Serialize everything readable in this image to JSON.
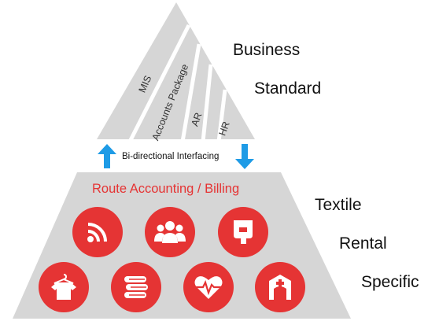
{
  "top_pyramid": {
    "layers": [
      "MIS",
      "Accounts Package",
      "AR",
      "HR"
    ]
  },
  "interface_label": "Bi-directional Interfacing",
  "bottom_pyramid": {
    "title": "Route Accounting / Billing",
    "icons": [
      "rss-feed-icon",
      "people-group-icon",
      "handheld-scanner-icon",
      "tshirt-hanger-icon",
      "folded-linens-icon",
      "heart-pulse-icon",
      "hospital-icon"
    ]
  },
  "side_labels": {
    "top": [
      "Business",
      "Standard"
    ],
    "bottom": [
      "Textile",
      "Rental",
      "Specific"
    ]
  },
  "colors": {
    "pyramid_gray": "#d6d6d6",
    "accent_red": "#e53434",
    "arrow_blue": "#1e9be6"
  }
}
